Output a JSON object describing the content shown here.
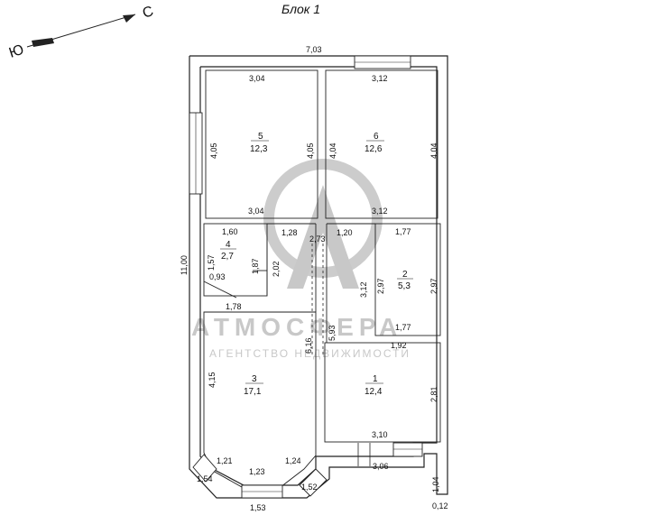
{
  "title": "Блок 1",
  "compass": {
    "north": "С",
    "south": "Ю"
  },
  "watermark": {
    "brand": "АТМОСФЕРА",
    "tagline": "АГЕНТСТВО НЕДВИЖИМОСТИ"
  },
  "rooms": [
    {
      "num": "5",
      "area": "12,3"
    },
    {
      "num": "6",
      "area": "12,6"
    },
    {
      "num": "4",
      "area": "2,7"
    },
    {
      "num": "2",
      "area": "5,3"
    },
    {
      "num": "3",
      "area": "17,1"
    },
    {
      "num": "1",
      "area": "12,4"
    }
  ],
  "dims": {
    "overall_width": "7,03",
    "overall_height": "11,00",
    "r5_top": "3,04",
    "r5_left": "4,05",
    "r5_right": "4,05",
    "r5_bottom": "3,04",
    "r6_top": "3,12",
    "r6_left": "4,04",
    "r6_right": "4,04",
    "r6_bottom": "3,12",
    "r4_top": "1,60",
    "r4_left": "1,57",
    "r4_inner1": "1,87",
    "r4_inner2": "2,02",
    "r4_bottom": "0,93",
    "door_left": "1,28",
    "corridor": "2,73",
    "door_right": "1,20",
    "r2_top": "1,77",
    "r2_left1": "3,12",
    "r2_left2": "2,97",
    "r2_right": "2,97",
    "r2_bottom": "1,77",
    "r3_top": "1,78",
    "r3_left": "4,15",
    "corr_a": "6,16",
    "corr_b": "5,93",
    "r1_top": "1,92",
    "r1_right": "2,81",
    "r1_bottom": "3,10",
    "bay_1": "1,21",
    "bay_2": "1,23",
    "bay_3": "1,24",
    "bay_4": "1,54",
    "bay_5": "1,53",
    "bay_6": "1,52",
    "porch_w": "3,06",
    "porch_h": "1,04",
    "porch_t": "0,12"
  }
}
